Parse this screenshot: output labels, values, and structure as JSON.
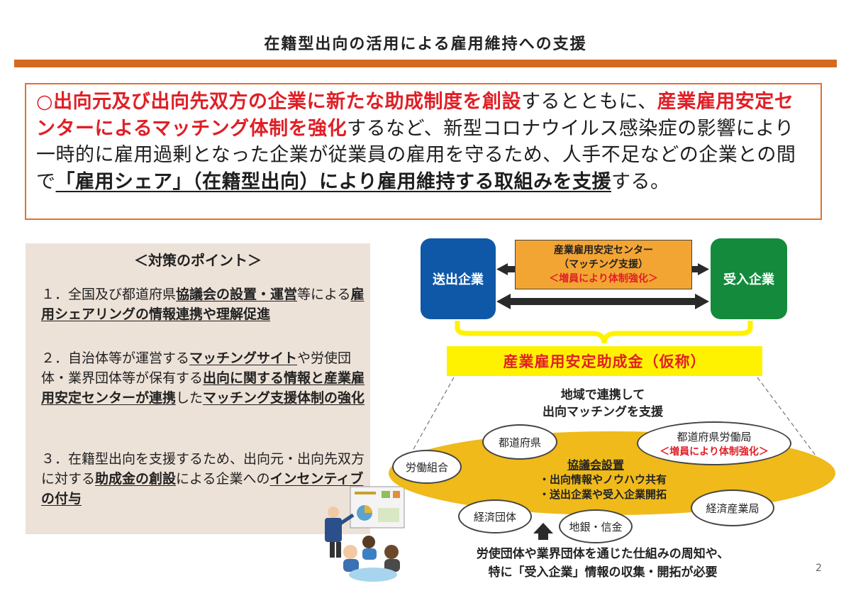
{
  "title": "在籍型出向の活用による雇用維持への支援",
  "summary": {
    "mark": "○",
    "s1_red": "出向元及び出向先双方の企業に新たな助成制度を創設",
    "s2": "するとともに、",
    "s3_red": "産業雇用安定センターによるマッチング体制を強化",
    "s4": "するなど、新型コロナウイルス感染症の影響により一時的に雇用過剰となった企業が従業員の雇用を守るため、人手不足などの企業との間で",
    "s5_ul": "「雇用シェア」（在籍型出向）により雇用維持する取組みを支援",
    "s6": "する。"
  },
  "points": {
    "heading": "＜対策のポイント＞",
    "p1_a": "１．全国及び都道府県",
    "p1_b": "協議会の設置・運営",
    "p1_c": "等による",
    "p1_d": "雇用シェアリングの情報連携や理解促進",
    "p2_a": "２．自治体等が運営する",
    "p2_b": "マッチングサイト",
    "p2_c": "や労使団体・業界団体等が保有する",
    "p2_d": "出向に関する情報と産業雇用安定センターが連携",
    "p2_e": "した",
    "p2_f": "マッチング支援体制の強化",
    "p3_a": "３．在籍型出向を支援するため、出向元・出向先双方に対する",
    "p3_b": "助成金の創設",
    "p3_c": "による企業への",
    "p3_d": "インセンティブの付与"
  },
  "diagram": {
    "sender": "送出企業",
    "receiver": "受入企業",
    "center_line1": "産業雇用安定センター",
    "center_line2": "（マッチング支援）",
    "center_line3": "＜増員により体制強化＞",
    "subsidy": "産業雇用安定助成金（仮称）",
    "region_line1": "地域で連携して",
    "region_line2": "出向マッチングを支援",
    "council_title": "協議会設置",
    "council_item1": "・出向情報やノウハウ共有",
    "council_item2": "・送出企業や受入企業開拓",
    "node_labor_union": "労働組合",
    "node_prefecture": "都道府県",
    "node_labor_bureau": "都道府県労働局",
    "node_labor_bureau_note": "＜増員により体制強化＞",
    "node_economic_org": "経済団体",
    "node_bank": "地銀・信金",
    "node_meti_bureau": "経済産業局",
    "bottom_line1": "労使団体や業界団体を通じた仕組みの周知や、",
    "bottom_line2_a": "特に「受入企業」情報の収集・開拓が必要"
  },
  "page_number": "2",
  "colors": {
    "accent_orange": "#d5691f",
    "red": "#e01f26",
    "sender_blue": "#0f58a8",
    "receiver_green": "#148a3c",
    "yellow": "#fff200",
    "council_gold": "#efba1a"
  }
}
